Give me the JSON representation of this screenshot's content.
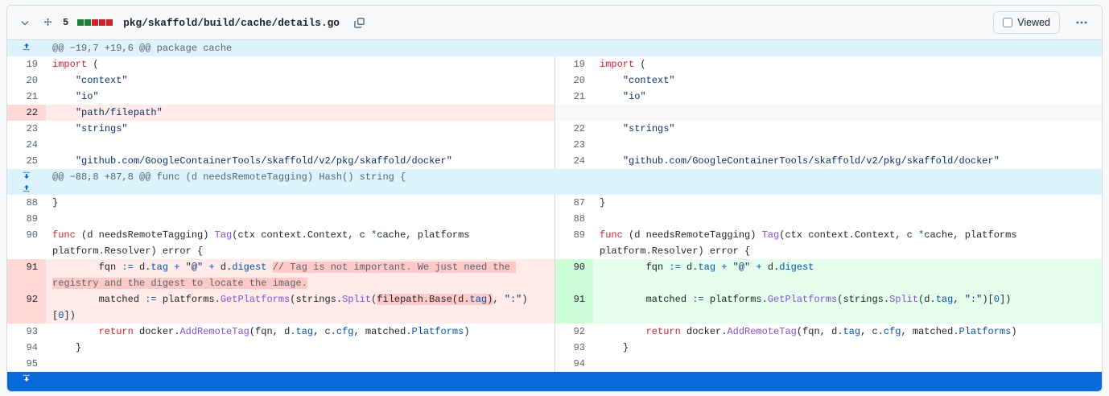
{
  "header": {
    "collapse_icon": "chevron-down-icon",
    "unfold_icon": "unfold-arrows-icon",
    "changes_count": "5",
    "diffstat_squares": [
      "add",
      "add",
      "del",
      "del",
      "del"
    ],
    "file_path": "pkg/skaffold/build/cache/details.go",
    "copy_icon": "copy-icon",
    "viewed_label": "Viewed",
    "viewed_checked": false,
    "kebab_icon": "kebab-horizontal-icon"
  },
  "colors": {
    "accent_blue": "#0969da",
    "addition_bg": "#e6ffec",
    "addition_gutter": "#ccffd8",
    "deletion_bg": "#ffebe9",
    "deletion_gutter": "#ffd7d5",
    "hunk_bg": "#ddf4ff",
    "border": "#d1d9e0",
    "keyword_red": "#cf222e",
    "function_purple": "#8250df",
    "string_navy": "#0a3069",
    "variable_blue": "#0550ae",
    "comment_gray": "#59636e"
  },
  "diff": {
    "hunks": [
      {
        "header": "@@ −19,7 +19,6 @@ package cache",
        "expander_icons": [
          "expand-up-icon"
        ],
        "rows": [
          {
            "type": "context",
            "left_ln": "19",
            "right_ln": "19",
            "left_tokens": [
              {
                "t": "import",
                "c": "k"
              },
              {
                "t": " (",
                "c": "p"
              }
            ],
            "right_tokens": [
              {
                "t": "import",
                "c": "k"
              },
              {
                "t": " (",
                "c": "p"
              }
            ]
          },
          {
            "type": "context",
            "left_ln": "20",
            "right_ln": "20",
            "left_tokens": [
              {
                "t": "    ",
                "c": "p"
              },
              {
                "t": "\"context\"",
                "c": "s"
              }
            ],
            "right_tokens": [
              {
                "t": "    ",
                "c": "p"
              },
              {
                "t": "\"context\"",
                "c": "s"
              }
            ]
          },
          {
            "type": "context",
            "left_ln": "21",
            "right_ln": "21",
            "left_tokens": [
              {
                "t": "    ",
                "c": "p"
              },
              {
                "t": "\"io\"",
                "c": "s"
              }
            ],
            "right_tokens": [
              {
                "t": "    ",
                "c": "p"
              },
              {
                "t": "\"io\"",
                "c": "s"
              }
            ]
          },
          {
            "type": "deletion",
            "left_ln": "22",
            "right_ln": "",
            "left_tokens": [
              {
                "t": "    ",
                "c": "p"
              },
              {
                "t": "\"path/filepath\"",
                "c": "s"
              }
            ],
            "right_tokens": []
          },
          {
            "type": "context",
            "left_ln": "23",
            "right_ln": "22",
            "left_tokens": [
              {
                "t": "    ",
                "c": "p"
              },
              {
                "t": "\"strings\"",
                "c": "s"
              }
            ],
            "right_tokens": [
              {
                "t": "    ",
                "c": "p"
              },
              {
                "t": "\"strings\"",
                "c": "s"
              }
            ]
          },
          {
            "type": "context",
            "left_ln": "24",
            "right_ln": "23",
            "left_tokens": [],
            "right_tokens": []
          },
          {
            "type": "context",
            "left_ln": "25",
            "right_ln": "24",
            "left_tokens": [
              {
                "t": "    ",
                "c": "p"
              },
              {
                "t": "\"github.com/GoogleContainerTools/skaffold/v2/pkg/skaffold/docker\"",
                "c": "s"
              }
            ],
            "right_tokens": [
              {
                "t": "    ",
                "c": "p"
              },
              {
                "t": "\"github.com/GoogleContainerTools/skaffold/v2/pkg/skaffold/docker\"",
                "c": "s"
              }
            ]
          }
        ]
      },
      {
        "header": "@@ −88,8 +87,8 @@ func (d needsRemoteTagging) Hash() string {",
        "expander_icons": [
          "expand-down-icon",
          "expand-up-icon"
        ],
        "rows": [
          {
            "type": "context",
            "left_ln": "88",
            "right_ln": "87",
            "left_tokens": [
              {
                "t": "}",
                "c": "p"
              }
            ],
            "right_tokens": [
              {
                "t": "}",
                "c": "p"
              }
            ]
          },
          {
            "type": "context",
            "left_ln": "89",
            "right_ln": "88",
            "left_tokens": [],
            "right_tokens": []
          },
          {
            "type": "context",
            "left_ln": "90",
            "right_ln": "89",
            "left_tokens": [
              {
                "t": "func",
                "c": "k"
              },
              {
                "t": " (d needsRemoteTagging) ",
                "c": "p"
              },
              {
                "t": "Tag",
                "c": "fn"
              },
              {
                "t": "(ctx context.Context, c ",
                "c": "p"
              },
              {
                "t": "*",
                "c": "v"
              },
              {
                "t": "cache, platforms platform.Resolver) error {",
                "c": "p"
              }
            ],
            "right_tokens": [
              {
                "t": "func",
                "c": "k"
              },
              {
                "t": " (d needsRemoteTagging) ",
                "c": "p"
              },
              {
                "t": "Tag",
                "c": "fn"
              },
              {
                "t": "(ctx context.Context, c ",
                "c": "p"
              },
              {
                "t": "*",
                "c": "v"
              },
              {
                "t": "cache, platforms platform.Resolver) error {",
                "c": "p"
              }
            ]
          },
          {
            "type": "change",
            "left_ln": "91",
            "right_ln": "90",
            "left_tokens": [
              {
                "t": "        fqn ",
                "c": "p"
              },
              {
                "t": ":=",
                "c": "v"
              },
              {
                "t": " d.",
                "c": "p"
              },
              {
                "t": "tag",
                "c": "v"
              },
              {
                "t": " ",
                "c": "p"
              },
              {
                "t": "+",
                "c": "v"
              },
              {
                "t": " ",
                "c": "p"
              },
              {
                "t": "\"@\"",
                "c": "s"
              },
              {
                "t": " ",
                "c": "p"
              },
              {
                "t": "+",
                "c": "v"
              },
              {
                "t": " d.",
                "c": "p"
              },
              {
                "t": "digest",
                "c": "v"
              },
              {
                "t": " ",
                "c": "p"
              },
              {
                "t": "// Tag is not important. We just need the registry and the digest to locate the image.",
                "c": "c",
                "hl": true
              }
            ],
            "right_tokens": [
              {
                "t": "        fqn ",
                "c": "p"
              },
              {
                "t": ":=",
                "c": "v"
              },
              {
                "t": " d.",
                "c": "p"
              },
              {
                "t": "tag",
                "c": "v"
              },
              {
                "t": " ",
                "c": "p"
              },
              {
                "t": "+",
                "c": "v"
              },
              {
                "t": " ",
                "c": "p"
              },
              {
                "t": "\"@\"",
                "c": "s"
              },
              {
                "t": " ",
                "c": "p"
              },
              {
                "t": "+",
                "c": "v"
              },
              {
                "t": " d.",
                "c": "p"
              },
              {
                "t": "digest",
                "c": "v"
              }
            ]
          },
          {
            "type": "change",
            "left_ln": "92",
            "right_ln": "91",
            "left_tokens": [
              {
                "t": "        matched ",
                "c": "p"
              },
              {
                "t": ":=",
                "c": "v"
              },
              {
                "t": " platforms.",
                "c": "p"
              },
              {
                "t": "GetPlatforms",
                "c": "fn"
              },
              {
                "t": "(strings.",
                "c": "p"
              },
              {
                "t": "Split",
                "c": "fn"
              },
              {
                "t": "(",
                "c": "p"
              },
              {
                "t": "filepath.Base(",
                "c": "p",
                "hl": true
              },
              {
                "t": "d.",
                "c": "p",
                "hl": true
              },
              {
                "t": "tag",
                "c": "v",
                "hl": true
              },
              {
                "t": ")",
                "c": "p",
                "hl": true
              },
              {
                "t": ", ",
                "c": "p"
              },
              {
                "t": "\":\"",
                "c": "s"
              },
              {
                "t": ")[",
                "c": "p"
              },
              {
                "t": "0",
                "c": "v"
              },
              {
                "t": "])",
                "c": "p"
              }
            ],
            "right_tokens": [
              {
                "t": "        matched ",
                "c": "p"
              },
              {
                "t": ":=",
                "c": "v"
              },
              {
                "t": " platforms.",
                "c": "p"
              },
              {
                "t": "GetPlatforms",
                "c": "fn"
              },
              {
                "t": "(strings.",
                "c": "p"
              },
              {
                "t": "Split",
                "c": "fn"
              },
              {
                "t": "(d.",
                "c": "p"
              },
              {
                "t": "tag",
                "c": "v"
              },
              {
                "t": ", ",
                "c": "p"
              },
              {
                "t": "\":\"",
                "c": "s"
              },
              {
                "t": ")[",
                "c": "p"
              },
              {
                "t": "0",
                "c": "v"
              },
              {
                "t": "])",
                "c": "p"
              }
            ]
          },
          {
            "type": "context",
            "left_ln": "93",
            "right_ln": "92",
            "left_tokens": [
              {
                "t": "        ",
                "c": "p"
              },
              {
                "t": "return",
                "c": "k"
              },
              {
                "t": " docker.",
                "c": "p"
              },
              {
                "t": "AddRemoteTag",
                "c": "fn"
              },
              {
                "t": "(fqn, d.",
                "c": "p"
              },
              {
                "t": "tag",
                "c": "v"
              },
              {
                "t": ", c.",
                "c": "p"
              },
              {
                "t": "cfg",
                "c": "v"
              },
              {
                "t": ", matched.",
                "c": "p"
              },
              {
                "t": "Platforms",
                "c": "v"
              },
              {
                "t": ")",
                "c": "p"
              }
            ],
            "right_tokens": [
              {
                "t": "        ",
                "c": "p"
              },
              {
                "t": "return",
                "c": "k"
              },
              {
                "t": " docker.",
                "c": "p"
              },
              {
                "t": "AddRemoteTag",
                "c": "fn"
              },
              {
                "t": "(fqn, d.",
                "c": "p"
              },
              {
                "t": "tag",
                "c": "v"
              },
              {
                "t": ", c.",
                "c": "p"
              },
              {
                "t": "cfg",
                "c": "v"
              },
              {
                "t": ", matched.",
                "c": "p"
              },
              {
                "t": "Platforms",
                "c": "v"
              },
              {
                "t": ")",
                "c": "p"
              }
            ]
          },
          {
            "type": "context",
            "left_ln": "94",
            "right_ln": "93",
            "left_tokens": [
              {
                "t": "    }",
                "c": "p"
              }
            ],
            "right_tokens": [
              {
                "t": "    }",
                "c": "p"
              }
            ]
          },
          {
            "type": "context",
            "left_ln": "95",
            "right_ln": "94",
            "left_tokens": [],
            "right_tokens": []
          }
        ]
      }
    ],
    "bottom_expander": {
      "icon": "expand-down-icon",
      "label": ""
    }
  }
}
